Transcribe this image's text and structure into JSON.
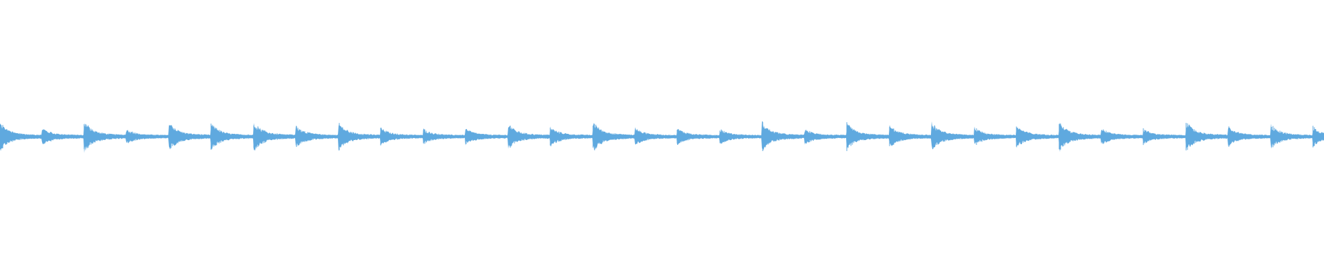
{
  "waveform": {
    "color": "#5fa9df",
    "background": "#ffffff",
    "onsets": [
      0,
      61,
      122,
      183,
      245,
      306,
      368,
      429,
      491,
      552,
      614,
      675,
      737,
      798,
      860,
      921,
      982,
      1044,
      1105,
      1167,
      1228,
      1290,
      1351,
      1413,
      1474,
      1536,
      1597,
      1658,
      1720,
      1781,
      1843,
      1904
    ],
    "peaks": [
      0.9,
      0.55,
      1.0,
      0.45,
      0.95,
      0.85,
      1.0,
      0.7,
      0.9,
      0.55,
      0.45,
      0.5,
      0.8,
      0.6,
      1.0,
      0.55,
      0.5,
      0.45,
      0.95,
      0.45,
      0.85,
      0.7,
      0.9,
      0.55,
      0.7,
      0.95,
      0.5,
      0.45,
      0.95,
      0.6,
      0.75,
      0.6
    ]
  }
}
